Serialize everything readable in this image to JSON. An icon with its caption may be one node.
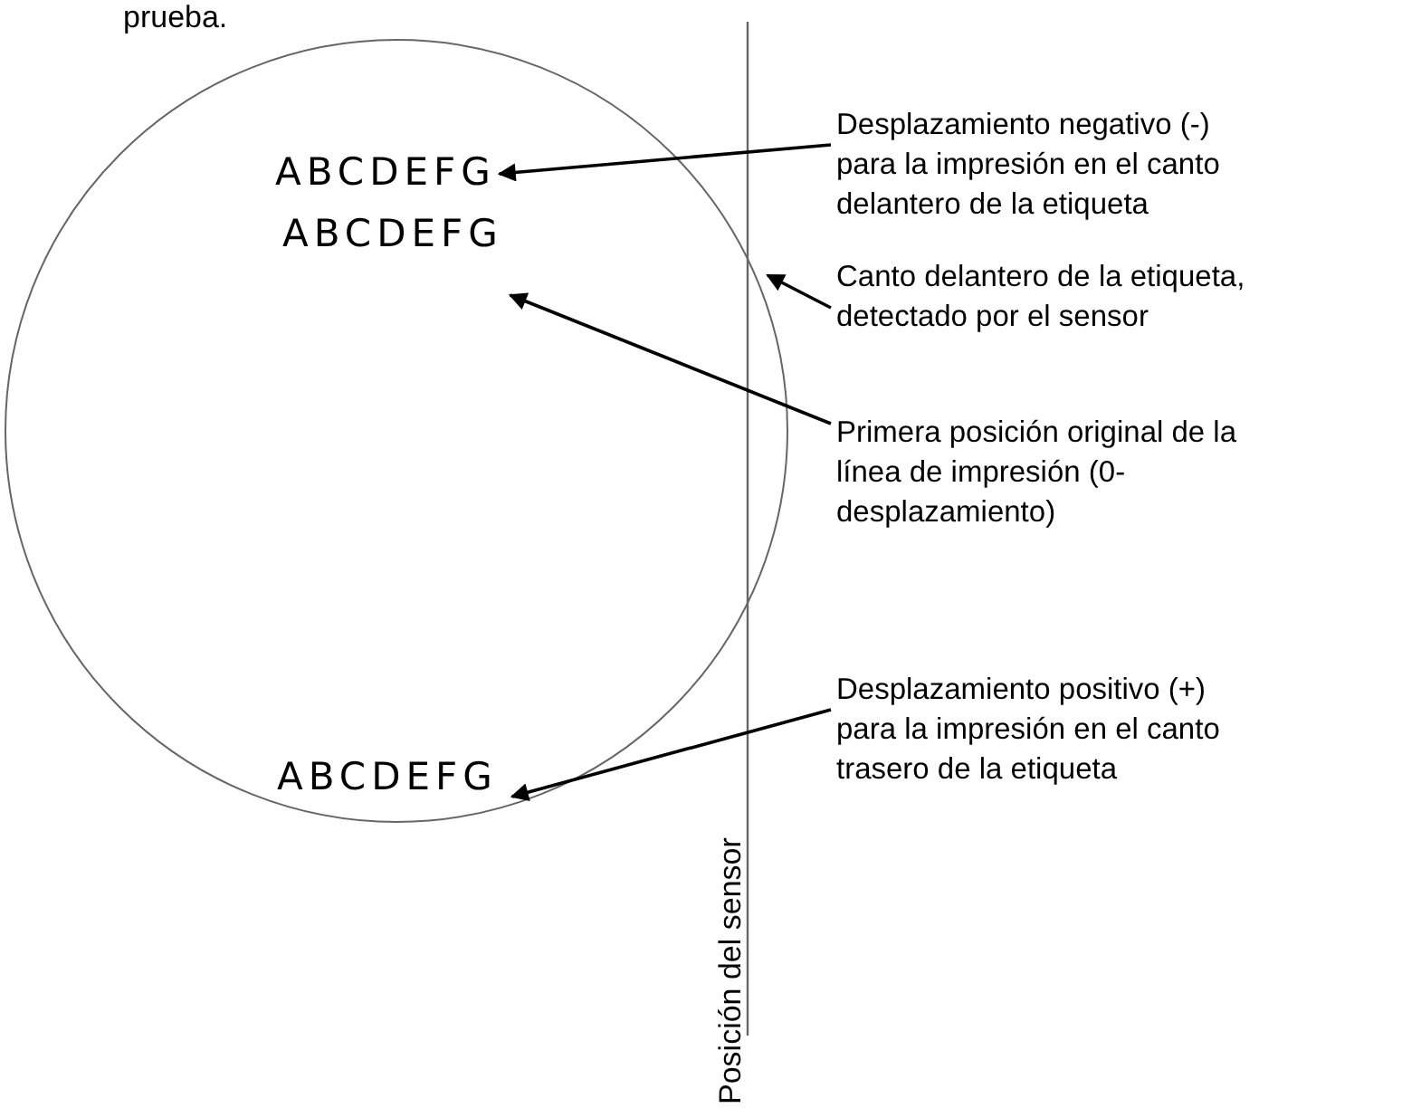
{
  "diagram": {
    "nodes": [
      {
        "text": [
          "ABCDEFG"
        ]
      },
      {
        "text": [
          "Desplazamiento negativo (-) para la impresión en el canto delantero de la etiqueta"
        ]
      },
      {
        "text": [
          "ABCDEFG"
        ]
      },
      {
        "text": [
          "Canto delantero de la etiqueta, detectado por el sensor"
        ]
      },
      {
        "text": [
          "Primera posición original de la línea de impresión (0-desplazamiento)"
        ]
      },
      {
        "text": [
          "ABCDEFG"
        ]
      },
      {
        "text": [
          "Desplazamiento positivo (+) para la impresión en el canto trasero de la etiqueta"
        ]
      }
    ],
    "edges": [
      {
        "from": 1,
        "to": 0,
        "arrow": "to"
      },
      {
        "from": 3,
        "to": null,
        "arrow": "to"
      },
      {
        "from": 4,
        "to": 2,
        "arrow": "to"
      },
      {
        "from": 6,
        "to": 5,
        "arrow": "to"
      }
    ],
    "labels": [
      "prueba.",
      "Posición del sensor"
    ]
  }
}
